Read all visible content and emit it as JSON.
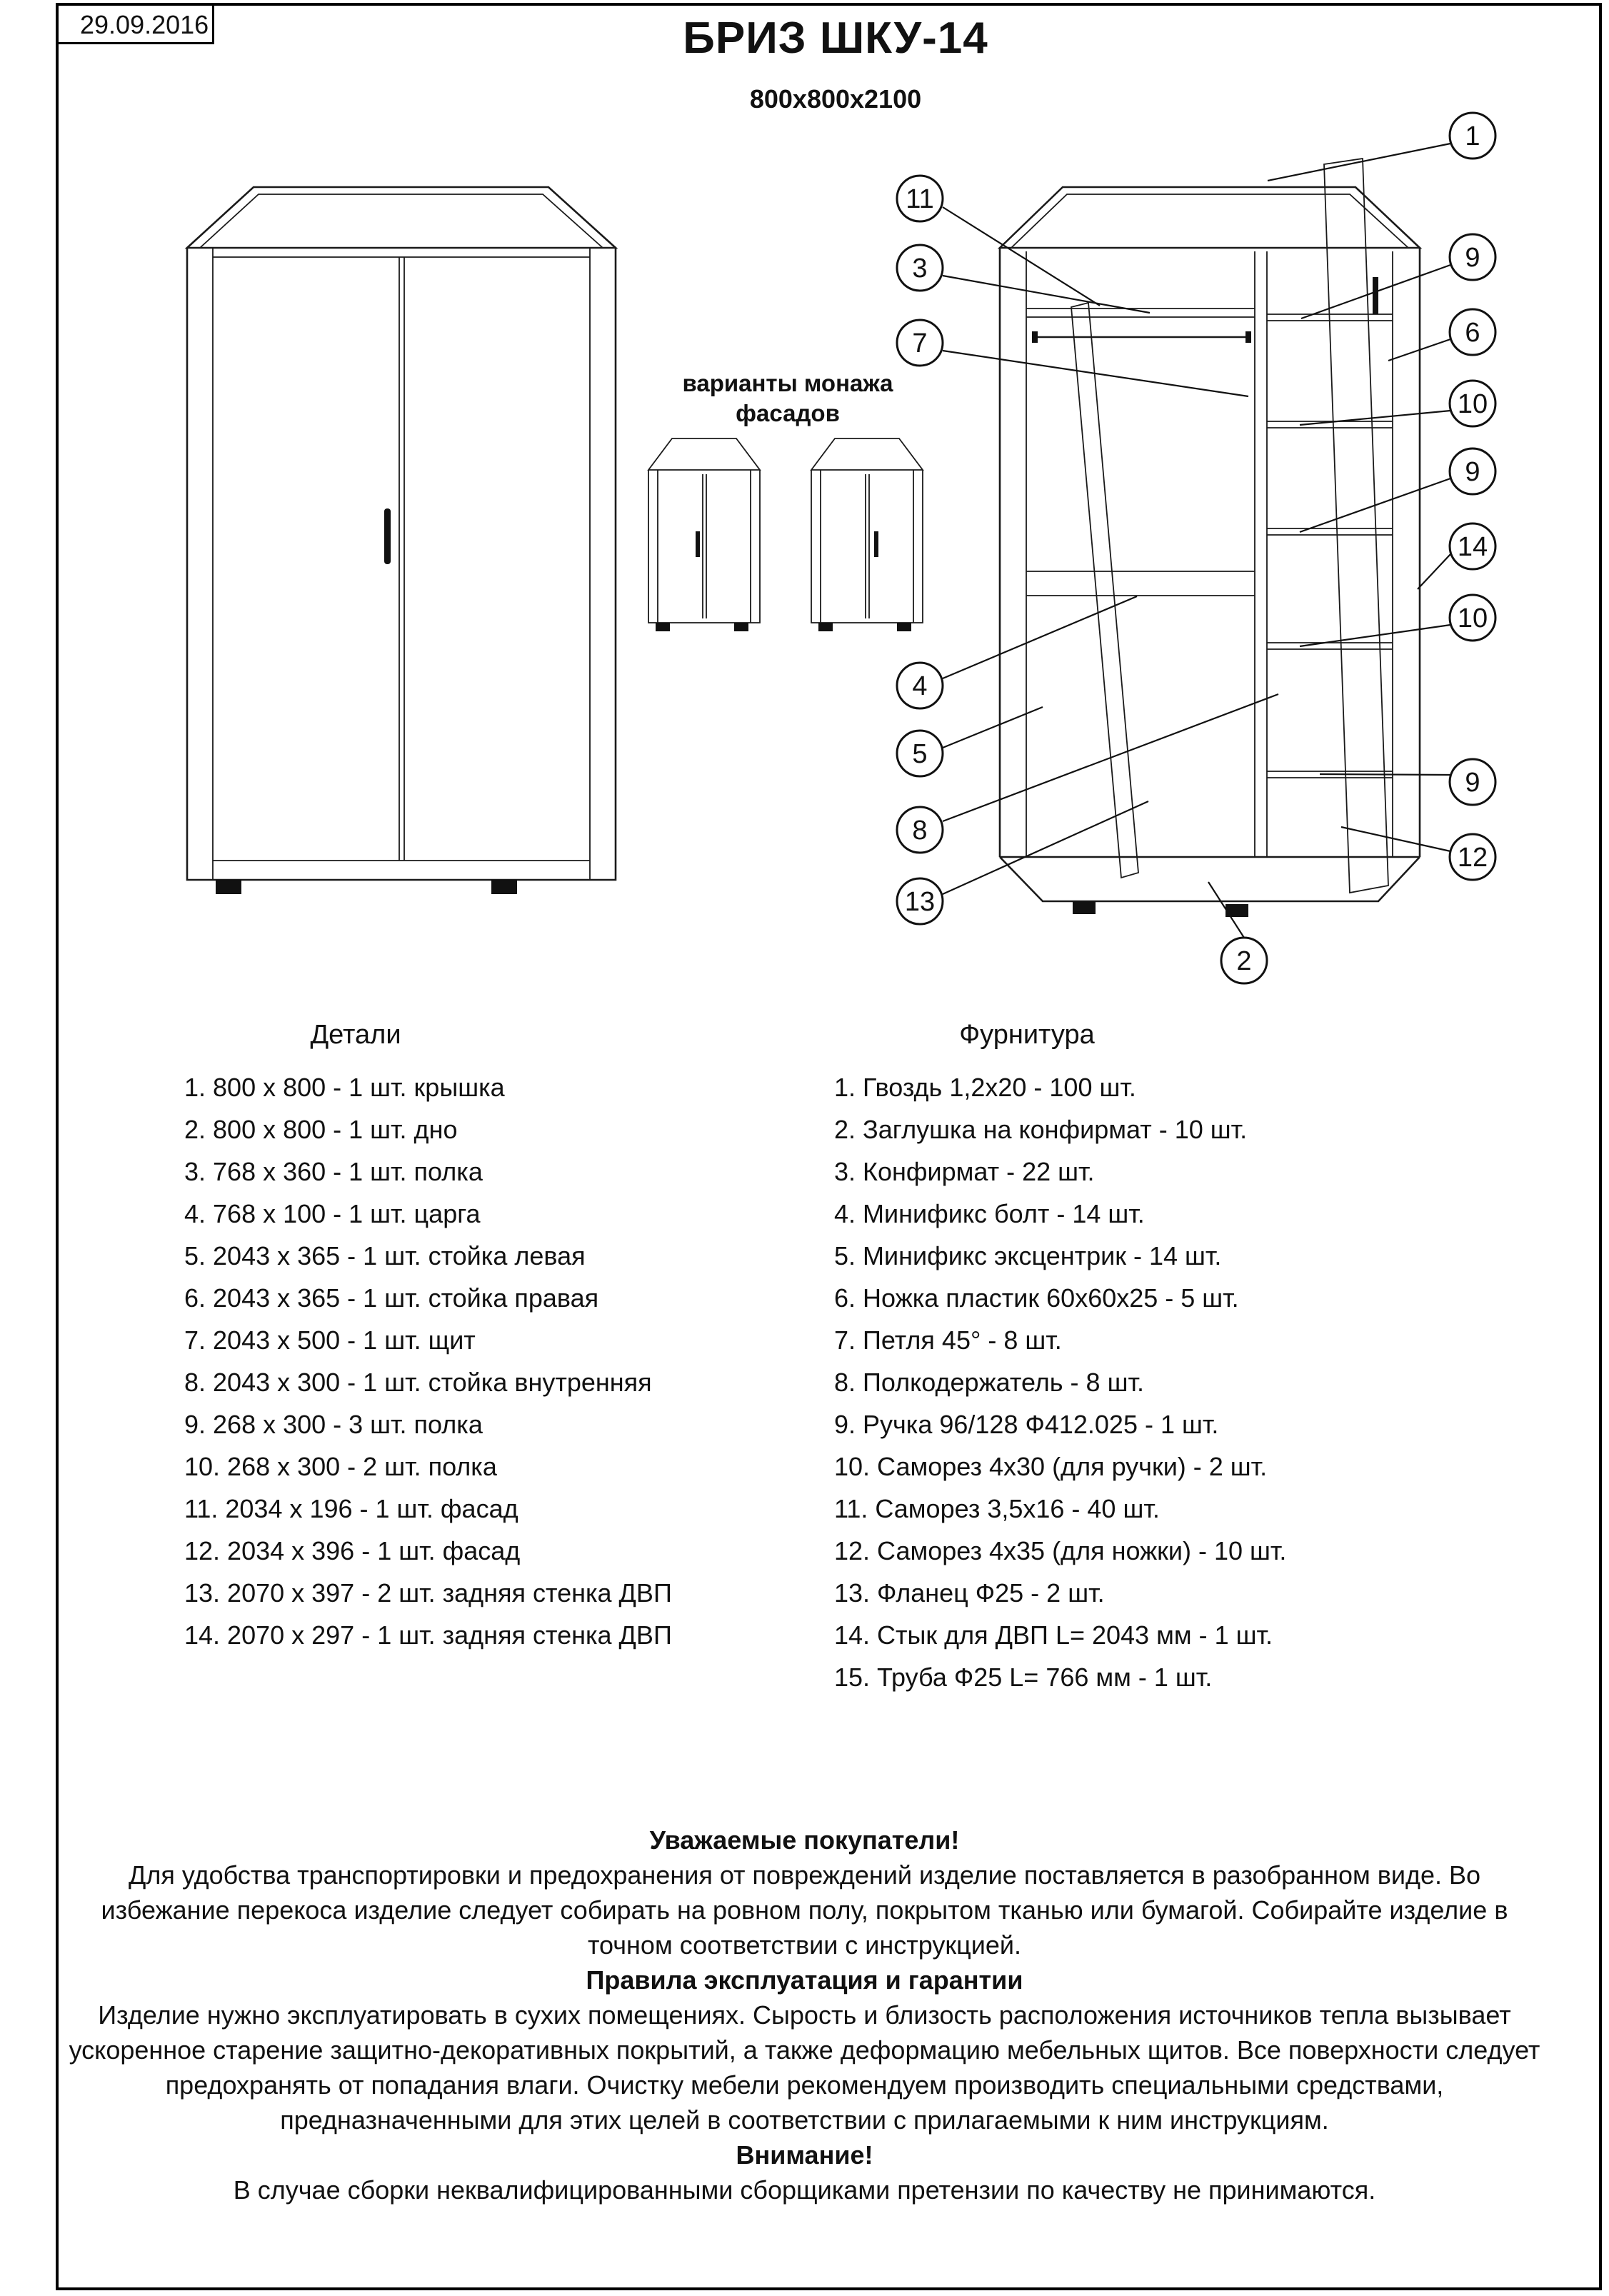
{
  "meta": {
    "date": "29.09.2016"
  },
  "header": {
    "title": "БРИЗ ШКУ-14",
    "subtitle": "800х800х2100"
  },
  "diagram": {
    "variants_label": [
      "варианты монажа",
      "фасадов"
    ],
    "callouts": [
      "1",
      "11",
      "3",
      "7",
      "9",
      "6",
      "10",
      "9",
      "14",
      "10",
      "4",
      "5",
      "9",
      "8",
      "12",
      "13",
      "2"
    ]
  },
  "parts": {
    "title": "Детали",
    "items": [
      "1. 800 х 800 - 1 шт. крышка",
      "2. 800 х 800 - 1 шт. дно",
      "3. 768 х 360 - 1 шт. полка",
      "4. 768 х 100 - 1 шт. царга",
      "5. 2043 х 365 - 1 шт. стойка левая",
      "6. 2043 х 365 - 1 шт. стойка правая",
      "7. 2043 х 500 - 1 шт. щит",
      "8. 2043 х 300 - 1 шт. стойка внутренняя",
      "9. 268 х 300 - 3 шт. полка",
      "10. 268 х 300 - 2 шт. полка",
      "11. 2034 х 196 - 1 шт. фасад",
      "12. 2034 х 396 - 1 шт. фасад",
      "13. 2070 х 397 - 2 шт. задняя стенка ДВП",
      "14. 2070 х 297 - 1 шт. задняя стенка ДВП"
    ]
  },
  "hardware": {
    "title": "Фурнитура",
    "items": [
      "1. Гвоздь 1,2х20 - 100 шт.",
      "2. Заглушка на конфирмат - 10 шт.",
      "3. Конфирмат - 22 шт.",
      "4. Минификс болт - 14 шт.",
      "5. Минификс эксцентрик - 14 шт.",
      "6. Ножка пластик 60х60х25 - 5 шт.",
      "7. Петля 45° - 8 шт.",
      "8. Полкодержатель - 8 шт.",
      "9. Ручка 96/128 Ф412.025 - 1 шт.",
      "10. Саморез 4х30 (для ручки) - 2 шт.",
      "11. Саморез 3,5х16 - 40 шт.",
      "12. Саморез 4х35 (для ножки) - 10 шт.",
      "13. Фланец Ф25 - 2 шт.",
      "14. Стык для ДВП L= 2043 мм - 1 шт.",
      "15. Труба Ф25 L= 766 мм - 1 шт."
    ]
  },
  "notes": {
    "heading1": "Уважаемые покупатели!",
    "para1": "Для удобства транспортировки и предохранения от повреждений изделие поставляется в разобранном виде. Во избежание перекоса изделие следует собирать на ровном полу, покрытом тканью или бумагой. Собирайте изделие в точном соответствии с инструкцией.",
    "heading2": "Правила эксплуатация и гарантии",
    "para2": "Изделие нужно эксплуатировать в сухих помещениях. Сырость и близость расположения источников тепла вызывает ускоренное старение защитно-декоративных покрытий, а также деформацию мебельных щитов. Все поверхности следует предохранять от попадания влаги. Очистку мебели рекомендуем производить специальными средствами, предназначенными для этих целей в соответствии с прилагаемыми к ним инструкциям.",
    "heading3": "Внимание!",
    "para3": "В случае сборки неквалифицированными сборщиками претензии по качеству не принимаются."
  }
}
